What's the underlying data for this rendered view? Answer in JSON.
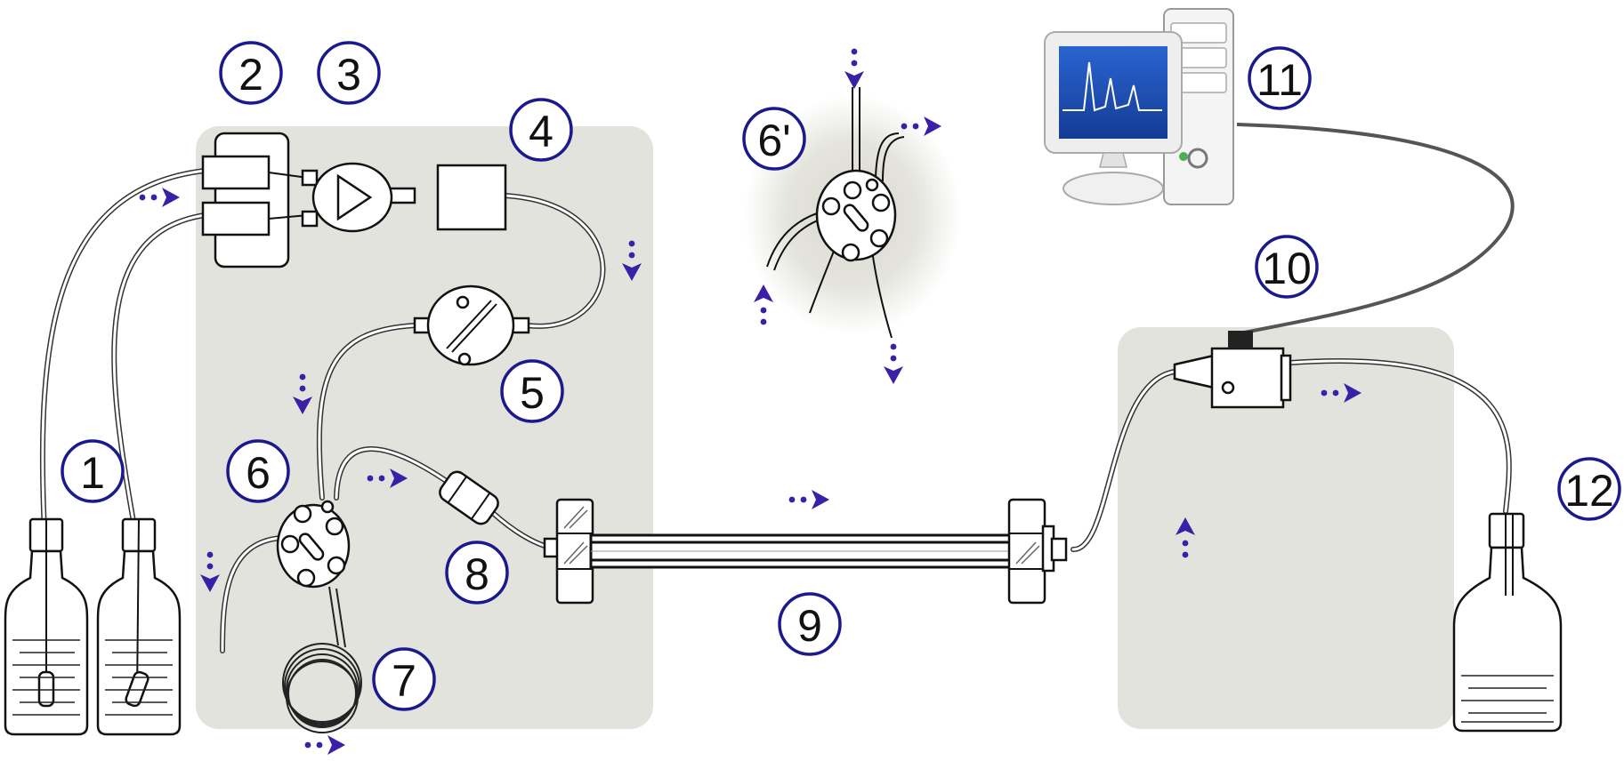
{
  "diagram": {
    "labels": [
      {
        "id": "n1",
        "text": "1"
      },
      {
        "id": "n2",
        "text": "2"
      },
      {
        "id": "n3",
        "text": "3"
      },
      {
        "id": "n4",
        "text": "4"
      },
      {
        "id": "n5",
        "text": "5"
      },
      {
        "id": "n6",
        "text": "6"
      },
      {
        "id": "n6p",
        "text": "6'"
      },
      {
        "id": "n7",
        "text": "7"
      },
      {
        "id": "n8",
        "text": "8"
      },
      {
        "id": "n9",
        "text": "9"
      },
      {
        "id": "n10",
        "text": "10"
      },
      {
        "id": "n11",
        "text": "11"
      },
      {
        "id": "n12",
        "text": "12"
      }
    ],
    "flow_arrow_color": "#3a1fa8",
    "label_circle_color": "#1a1a8c",
    "panel_color": "#e3e3dd",
    "monitor_screen_color": "#1d4fb0",
    "icons": [
      "solvent-bottle-icon",
      "degasser-icon",
      "pump-icon",
      "mixer-icon",
      "filter-icon",
      "injection-valve-icon",
      "sample-loop-icon",
      "guard-column-icon",
      "column-icon",
      "detector-icon",
      "computer-icon",
      "waste-bottle-icon",
      "flow-arrow-icon"
    ]
  }
}
